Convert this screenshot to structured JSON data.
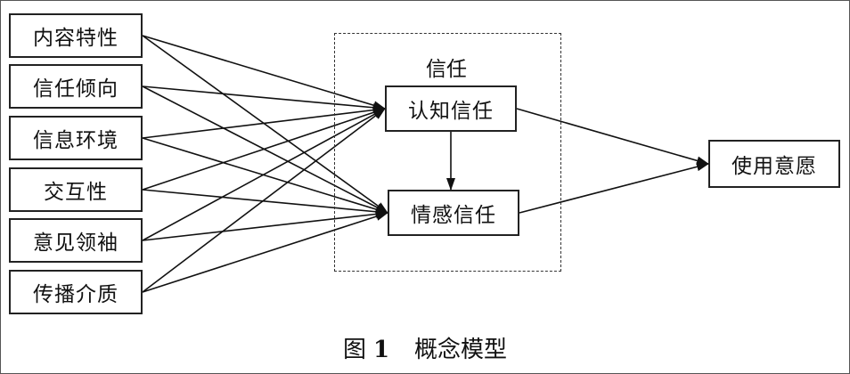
{
  "factors": [
    {
      "id": "content",
      "label": "内容特性"
    },
    {
      "id": "tendency",
      "label": "信任倾向"
    },
    {
      "id": "environment",
      "label": "信息环境"
    },
    {
      "id": "interactivity",
      "label": "交互性"
    },
    {
      "id": "opinion_leader",
      "label": "意见领袖"
    },
    {
      "id": "medium",
      "label": "传播介质"
    }
  ],
  "trust_group": {
    "label": "信任",
    "cognitive": "认知信任",
    "affective": "情感信任"
  },
  "outcome": {
    "label": "使用意愿"
  },
  "caption": {
    "prefix": "图",
    "number": "1",
    "title": "概念模型"
  },
  "edges": [
    {
      "from": "content",
      "to": "cognitive"
    },
    {
      "from": "content",
      "to": "affective"
    },
    {
      "from": "tendency",
      "to": "cognitive"
    },
    {
      "from": "tendency",
      "to": "affective"
    },
    {
      "from": "environment",
      "to": "cognitive"
    },
    {
      "from": "environment",
      "to": "affective"
    },
    {
      "from": "interactivity",
      "to": "cognitive"
    },
    {
      "from": "interactivity",
      "to": "affective"
    },
    {
      "from": "opinion_leader",
      "to": "cognitive"
    },
    {
      "from": "opinion_leader",
      "to": "affective"
    },
    {
      "from": "medium",
      "to": "cognitive"
    },
    {
      "from": "medium",
      "to": "affective"
    },
    {
      "from": "cognitive",
      "to": "affective"
    },
    {
      "from": "cognitive",
      "to": "outcome"
    },
    {
      "from": "affective",
      "to": "outcome"
    }
  ]
}
